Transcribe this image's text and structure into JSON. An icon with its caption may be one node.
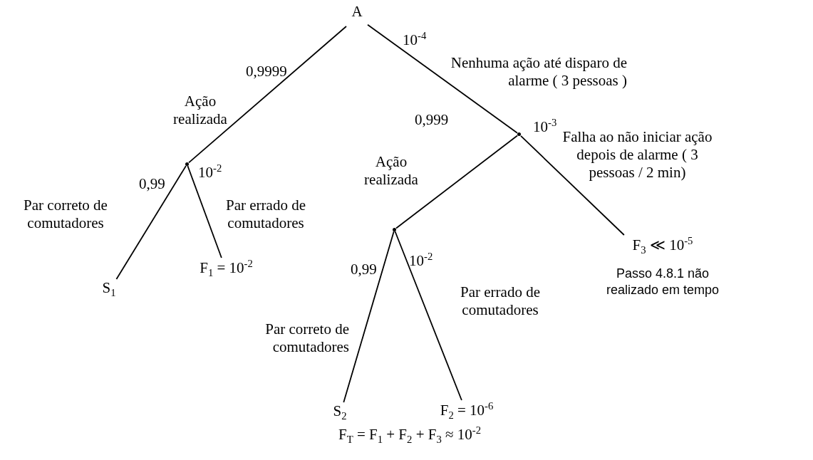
{
  "diagram": {
    "nodes": [
      {
        "text": [
          "A"
        ]
      },
      {
        "text": [],
        "shape": "point"
      },
      {
        "text": [],
        "shape": "point"
      },
      {
        "text": [
          "S$_{1}$"
        ]
      },
      {
        "text": [
          "F$_{1}$ = 10$^{-2}$"
        ]
      },
      {
        "text": [],
        "shape": "point"
      },
      {
        "text": [
          "S$_{2}$"
        ]
      },
      {
        "text": [
          "F$_{2}$ = 10$^{-6}$"
        ]
      },
      {
        "text": [
          "F$_{3}$ ≪ 10$^{-5}$"
        ],
        "beside": [
          "Passo 4.8.1 não realizado em tempo"
        ]
      }
    ],
    "edges": [
      {
        "from": 0,
        "to": 1,
        "arrow": "none",
        "label": "0,9999"
      },
      {
        "from": 0,
        "to": 2,
        "arrow": "none",
        "label": "10$^{-4}$"
      },
      {
        "from": 1,
        "to": 3,
        "arrow": "none",
        "label": "0,99"
      },
      {
        "from": 1,
        "to": 4,
        "arrow": "none",
        "label": "10$^{-2}$"
      },
      {
        "from": 2,
        "to": 5,
        "arrow": "none",
        "label": "0,999"
      },
      {
        "from": 2,
        "to": 8,
        "arrow": "none",
        "label": "10$^{-3}$"
      },
      {
        "from": 5,
        "to": 6,
        "arrow": "none",
        "label": "0,99"
      },
      {
        "from": 5,
        "to": 7,
        "arrow": "none",
        "label": "10$^{-2}$"
      }
    ],
    "labels": [
      "Ação realizada",
      "Nenhuma ação até disparo de alarme ( 3 pessoas )",
      "Ação realizada",
      "Falha ao não iniciar ação depois de alarme ( 3 pessoas / 2 min)",
      "Par correto de comutadores",
      "Par errado de comutadores",
      "Par errado de comutadores",
      "Par correto de comutadores",
      "F$_{T}$ = F$_{1}$ + F$_{2}$ + F$_{3}$ ≈ 10$^{-2}$"
    ]
  }
}
